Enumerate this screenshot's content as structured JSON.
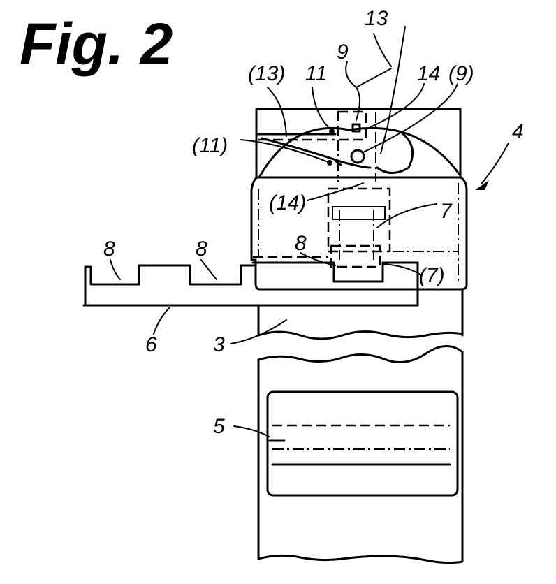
{
  "figure": {
    "title": "Fig. 2",
    "labels": {
      "l13_top": "13",
      "l9": "9",
      "l13_paren": "(13)",
      "l11": "11",
      "l14": "14",
      "l9_paren": "(9)",
      "l4": "4",
      "l11_paren": "(11)",
      "l14_paren": "(14)",
      "l7": "7",
      "l7_paren": "(7)",
      "l8_left": "8",
      "l8_mid": "8",
      "l8_right": "8",
      "l6": "6",
      "l3": "3",
      "l5": "5"
    },
    "colors": {
      "ink": "#000000",
      "paper": "#ffffff"
    }
  }
}
